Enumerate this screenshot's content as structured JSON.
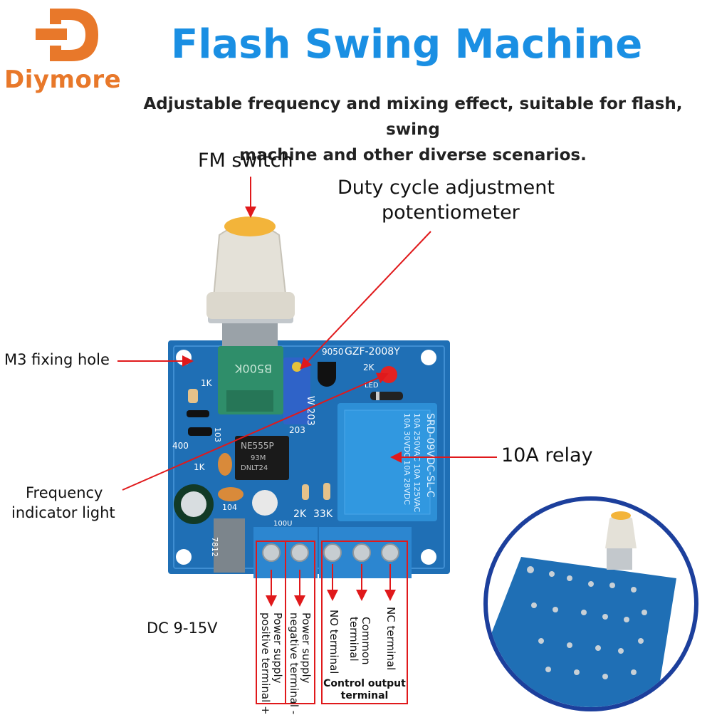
{
  "brand": {
    "name": "Diymore",
    "logo_icon": "diymore-d-logo-icon",
    "color": "#e8782a"
  },
  "title": "Flash Swing Machine",
  "subtitle_line1": "Adjustable frequency and mixing effect, suitable for flash, swing",
  "subtitle_line2": "machine and other diverse scenarios.",
  "callouts": {
    "fm_switch": "FM switch",
    "duty_cycle_1": "Duty cycle adjustment",
    "duty_cycle_2": "potentiometer",
    "m3_hole": "M3 fixing hole",
    "freq_light_1": "Frequency",
    "freq_light_2": "indicator light",
    "relay": "10A relay",
    "dc": "DC 9-15V"
  },
  "terminals": {
    "power_pos_1": "Power supply",
    "power_pos_2": "positive terminal +",
    "power_neg_1": "Power supply",
    "power_neg_2": "negative terminal -",
    "no_terminal": "NO terminal",
    "common_1": "Common",
    "common_2": "terminal",
    "nc_terminal": "NC terminal",
    "control_1": "Control output",
    "control_2": "terminal"
  },
  "board": {
    "model": "GZF-2008Y",
    "transistor": "9050",
    "pot_label": "B500K",
    "trim_label": "W 203",
    "trim_code": "203",
    "ic_line1": "NE555P",
    "ic_line2": "93M",
    "ic_line3": "DNLT24",
    "relay_line1": "SRD-09VDC-SL-C",
    "relay_line2": "10A 250VAC  10A 125VAC",
    "relay_line3": "10A 30VDC  10A 28VDC",
    "r1": "1K",
    "r2": "103",
    "r3": "400",
    "r4": "1K",
    "r5": "104",
    "r6": "2K",
    "r7": "33K",
    "r8": "2K",
    "led": "LED",
    "reg": "7812",
    "cap": "100U"
  },
  "colors": {
    "title": "#1a8fe3",
    "pcb": "#1f6fb5",
    "relay": "#2d8fd6",
    "arrow": "#e0191b"
  }
}
